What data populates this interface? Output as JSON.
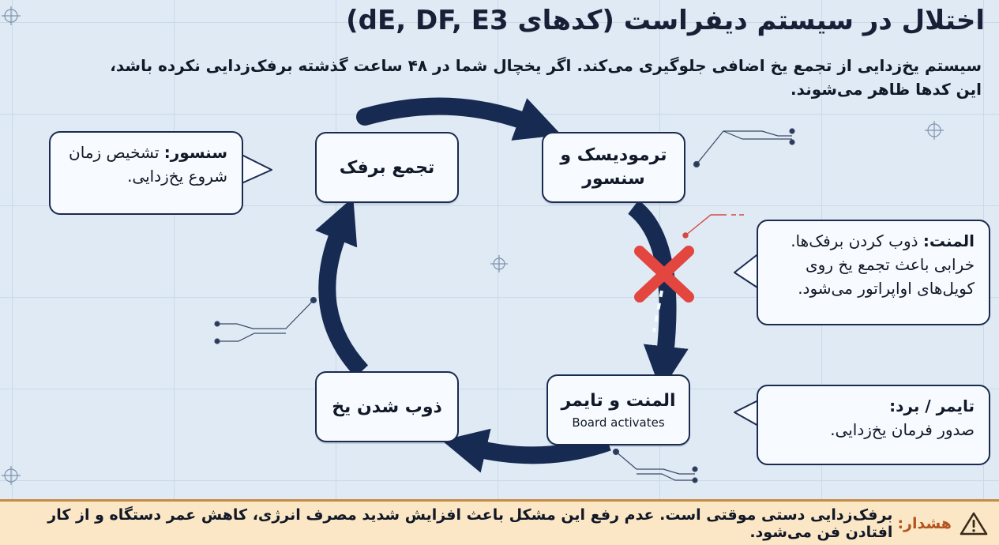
{
  "header": {
    "title": "اختلال در سیستم دیفراست (کدهای dE, DF, E3)",
    "subtitle": "سیستم یخ‌زدایی از تجمع یخ اضافی جلوگیری می‌کند. اگر یخچال شما در ۴۸ ساعت گذشته برفک‌زدایی نکرده باشد، این کدها ظاهر می‌شوند."
  },
  "cycle": {
    "frost": "تجمع برفک",
    "thermodisc": "ترمودیسک و سنسور",
    "heater_timer": "المنت و تایمر",
    "heater_timer_sub": "Board activates",
    "melt": "ذوب شدن یخ"
  },
  "notes": {
    "sensor_label": "سنسور:",
    "sensor_text": " تشخیص زمان شروع یخ‌زدایی.",
    "heater_label": "المنت:",
    "heater_text": " ذوب کردن برفک‌ها. خرابی باعث تجمع یخ روی کویل‌های اواپراتور می‌شود.",
    "timer_label": "تایمر / برد:",
    "timer_text": "صدور فرمان یخ‌زدایی."
  },
  "warning": {
    "label": "هشدار:",
    "text": "برفک‌زدایی دستی موقتی است. عدم رفع این مشکل باعث افزایش شدید مصرف انرژی، کاهش عمر دستگاه و از کار افتادن فن می‌شود."
  },
  "colors": {
    "arrow": "#172a52",
    "fault": "#e2463f",
    "warning_bg": "#fbe7c6",
    "warning_label": "#b3541e"
  },
  "icons": [
    "fault-x-icon",
    "warning-triangle-icon",
    "crosshair-icon"
  ]
}
